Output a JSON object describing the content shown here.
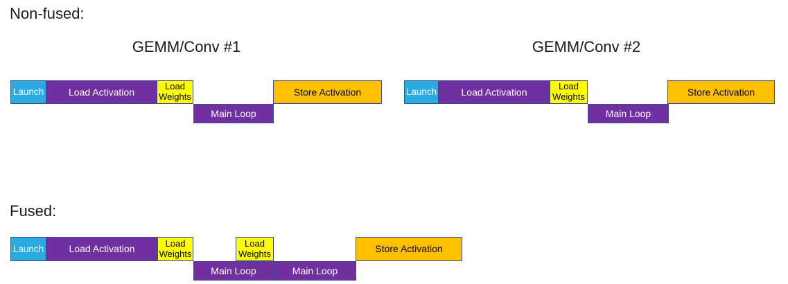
{
  "nonfused": {
    "heading": "Non-fused:",
    "group1_title": "GEMM/Conv #1",
    "group2_title": "GEMM/Conv #2"
  },
  "fused": {
    "heading": "Fused:"
  },
  "labels": {
    "launch": "Launch",
    "load_activation": "Load Activation",
    "load_weights": "Load Weights",
    "main_loop": "Main Loop",
    "store_activation": "Store Activation"
  },
  "colors": {
    "launch_fill": "#29ABE2",
    "activation_fill": "#7030A0",
    "weights_fill": "#FFFF00",
    "store_fill": "#FFC000",
    "outline": "#3F4894",
    "heading_text": "#1A1A1A",
    "block_text_light": "#FFFFFF",
    "block_text_dark": "#000000"
  }
}
